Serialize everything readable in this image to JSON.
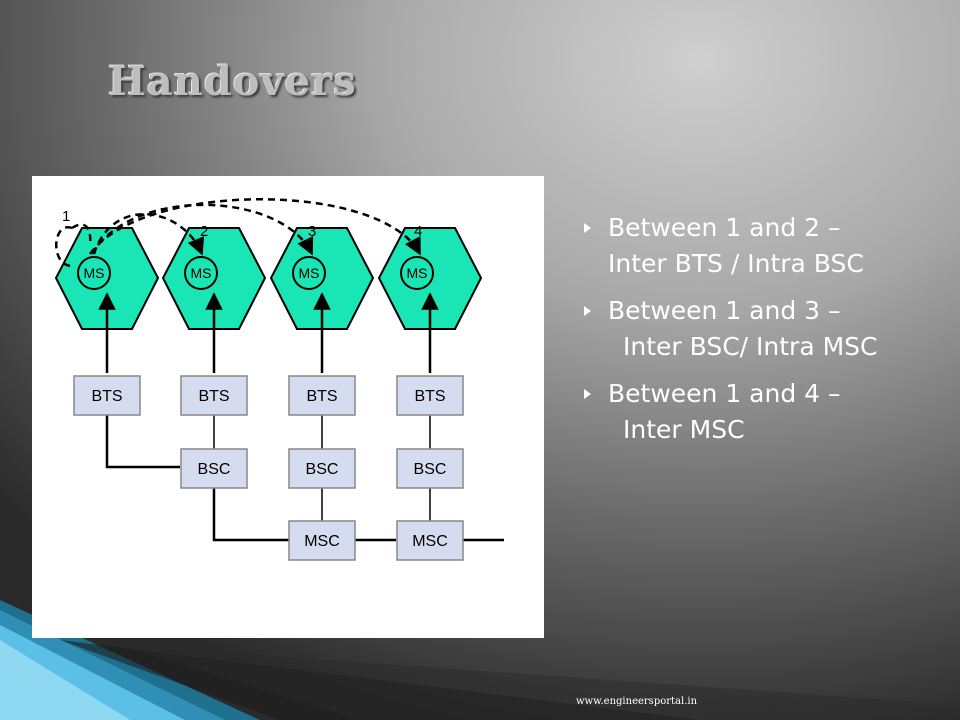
{
  "slide": {
    "title": "Handovers",
    "bullets": [
      {
        "lines": [
          "Between 1 and 2 –",
          "Inter BTS / Intra BSC"
        ]
      },
      {
        "lines": [
          "Between 1 and 3 –",
          "Inter BSC/ Intra MSC"
        ]
      },
      {
        "lines": [
          "Between 1 and 4 –",
          "Inter MSC"
        ]
      }
    ],
    "footer": "www.engineersportal.in"
  },
  "diagram": {
    "cell_color": "#19E6B4",
    "box_color": "#D6DCF0",
    "cells": [
      {
        "id": "1",
        "ms": "MS",
        "bts": "BTS"
      },
      {
        "id": "2",
        "ms": "MS",
        "bts": "BTS"
      },
      {
        "id": "3",
        "ms": "MS",
        "bts": "BTS"
      },
      {
        "id": "4",
        "ms": "MS",
        "bts": "BTS"
      }
    ],
    "bsc": [
      "BSC",
      "BSC",
      "BSC"
    ],
    "msc": [
      "MSC",
      "MSC"
    ]
  }
}
